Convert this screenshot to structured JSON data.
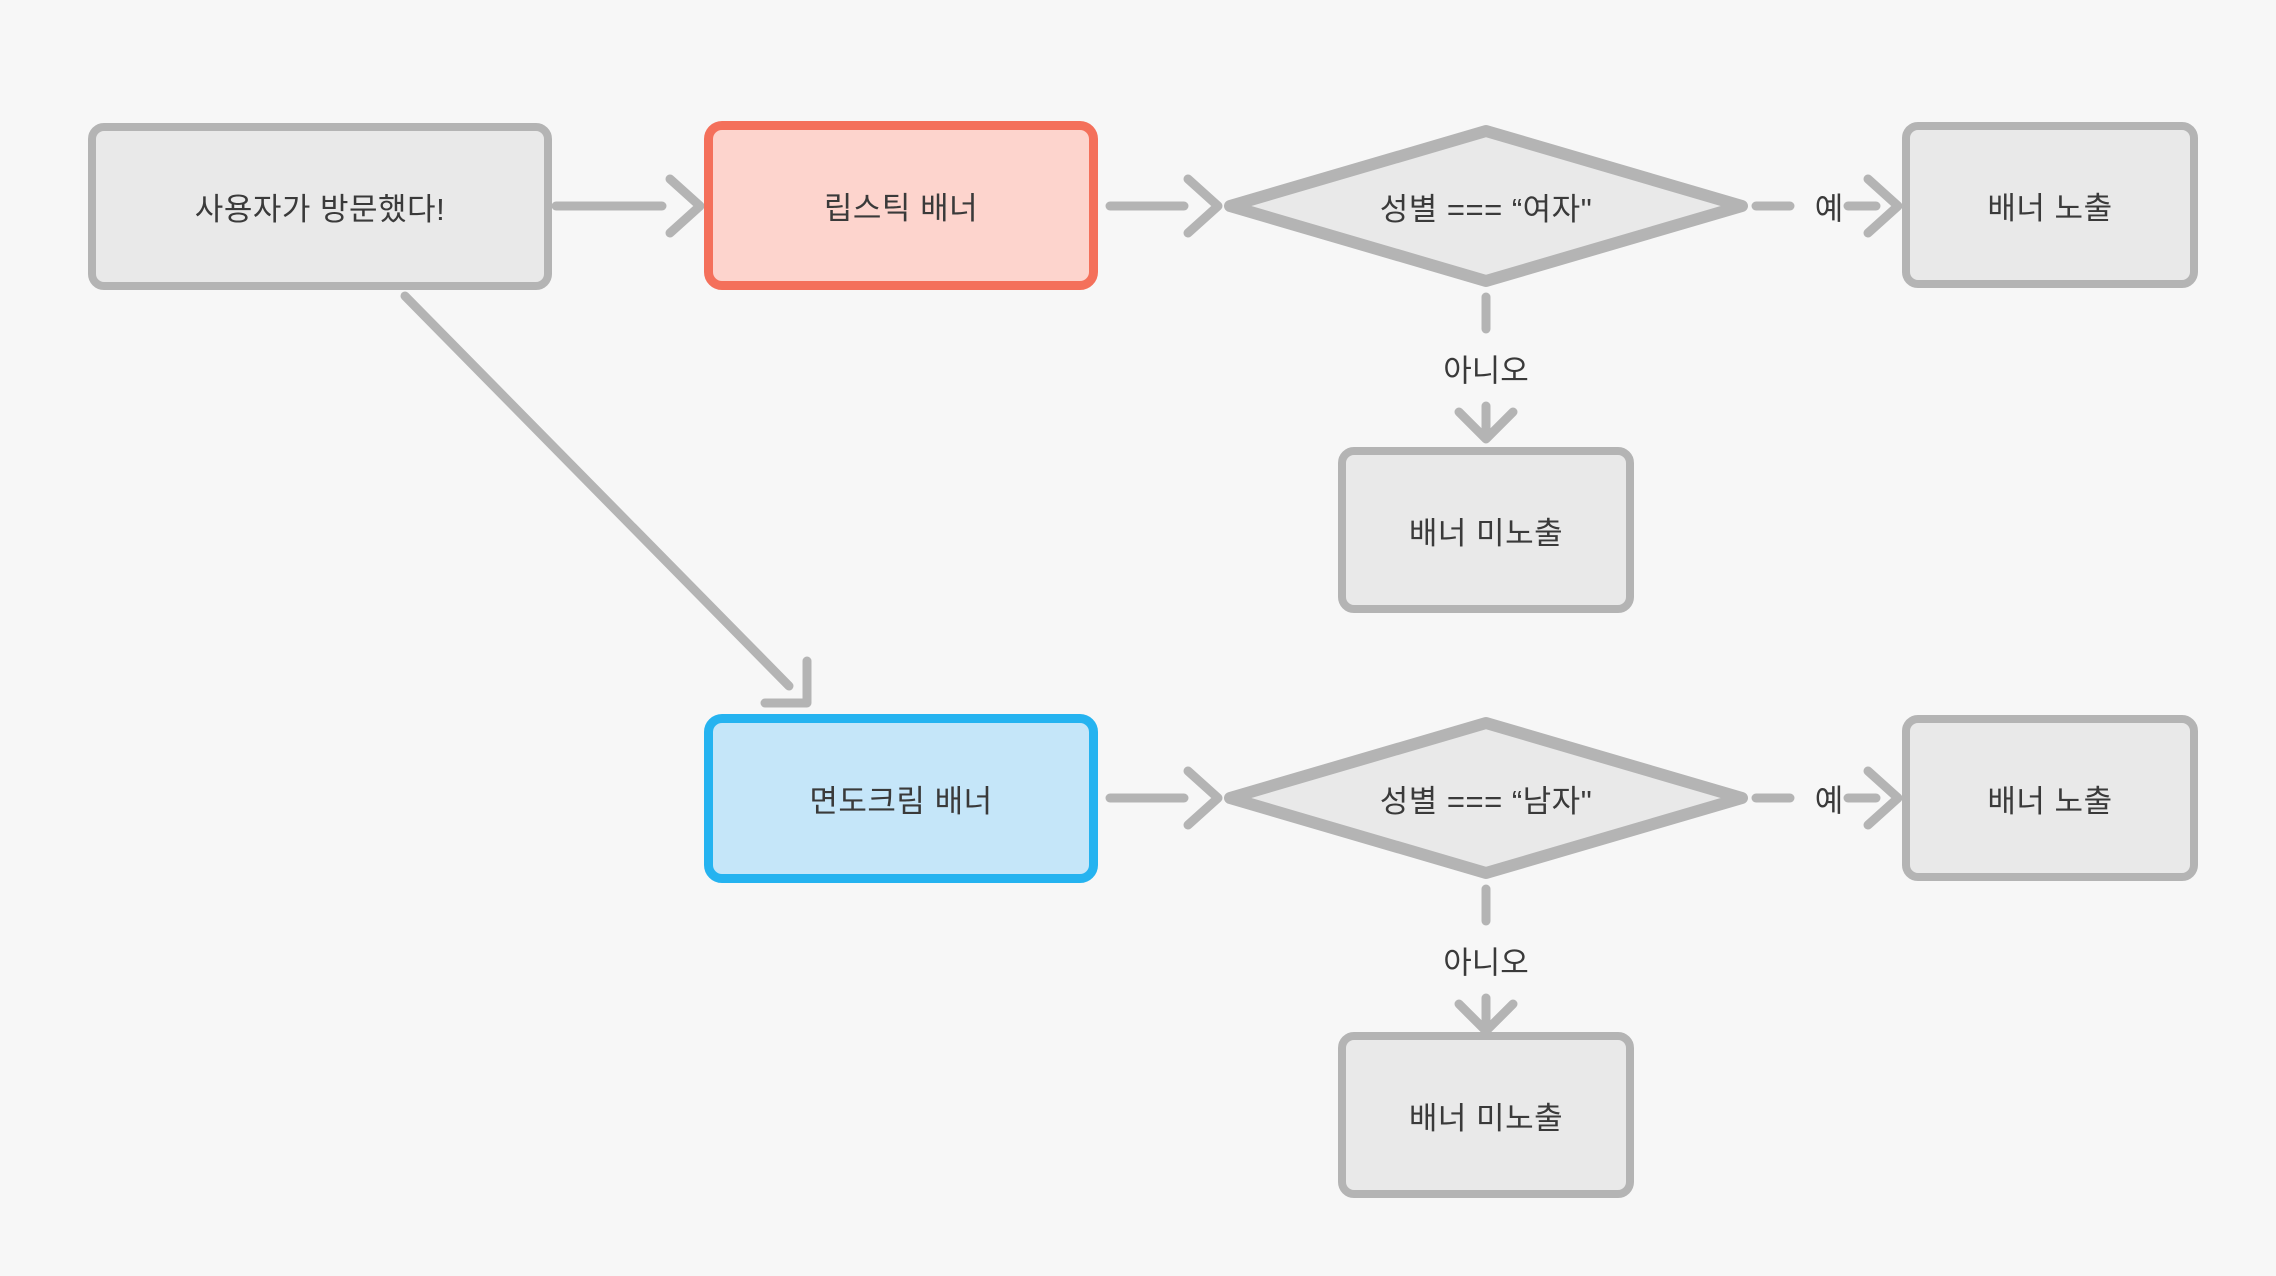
{
  "diagram": {
    "background_color": "#f7f7f7",
    "edge_color": "#b4b4b4",
    "text_color": "#3a3a3a",
    "nodes": {
      "start": {
        "label": "사용자가 방문했다!",
        "type": "process",
        "fill": "#e9e9e9",
        "border": "#b4b4b4"
      },
      "lipstick_banner": {
        "label": "립스틱 배너",
        "type": "process",
        "fill": "#fdd4cd",
        "border": "#f4705b"
      },
      "female_check": {
        "label": "성별 === “여자\"",
        "type": "decision",
        "fill": "#e9e9e9",
        "border": "#b4b4b4"
      },
      "banner_shown_top": {
        "label": "배너 노출",
        "type": "process",
        "fill": "#e9e9e9",
        "border": "#b4b4b4"
      },
      "banner_hidden_top": {
        "label": "배너 미노출",
        "type": "process",
        "fill": "#e9e9e9",
        "border": "#b4b4b4"
      },
      "shaving_banner": {
        "label": "면도크림 배너",
        "type": "process",
        "fill": "#c5e6f9",
        "border": "#25b3f0"
      },
      "male_check": {
        "label": "성별 === “남자\"",
        "type": "decision",
        "fill": "#e9e9e9",
        "border": "#b4b4b4"
      },
      "banner_shown_bottom": {
        "label": "배너 노출",
        "type": "process",
        "fill": "#e9e9e9",
        "border": "#b4b4b4"
      },
      "banner_hidden_bottom": {
        "label": "배너 미노출",
        "type": "process",
        "fill": "#e9e9e9",
        "border": "#b4b4b4"
      }
    },
    "edge_labels": {
      "yes_top": "예",
      "no_top": "아니오",
      "yes_bottom": "예",
      "no_bottom": "아니오"
    }
  }
}
